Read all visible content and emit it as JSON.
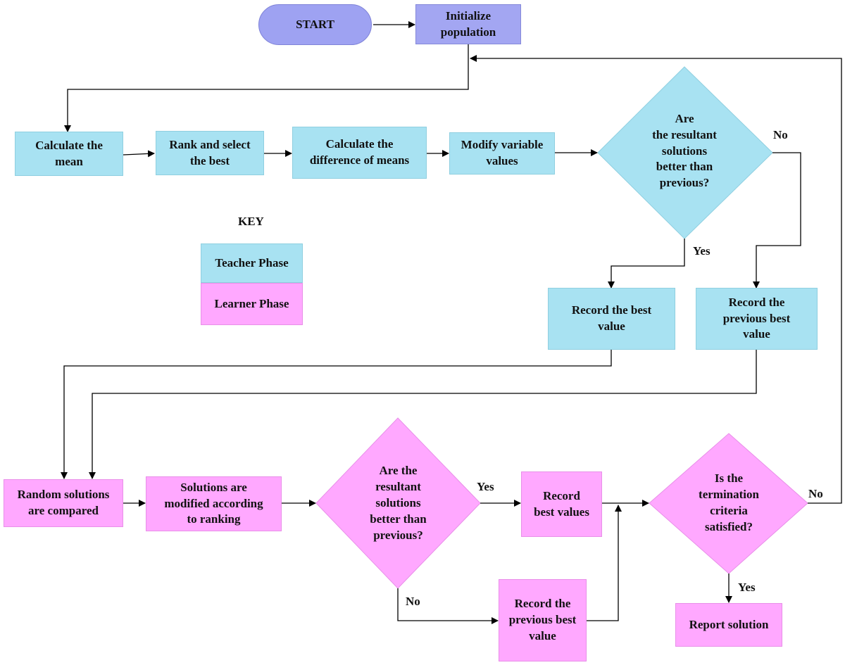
{
  "start": "START",
  "init": "Initialize\npopulation",
  "teacher": {
    "calc_mean": "Calculate the\nmean",
    "rank_select": "Rank and select\nthe best",
    "diff_means": "Calculate the\ndifference of means",
    "modify": "Modify variable\nvalues",
    "decision": "Are\nthe resultant\nsolutions\nbetter than\nprevious?",
    "yes": "Yes",
    "no": "No",
    "record_best": "Record the best\nvalue",
    "record_prev": "Record the\nprevious best\nvalue"
  },
  "key": {
    "title": "KEY",
    "teacher_label": "Teacher Phase",
    "learner_label": "Learner Phase"
  },
  "learner": {
    "random_compare": "Random solutions\nare compared",
    "modified_ranking": "Solutions are\nmodified according\nto ranking",
    "decision": "Are the\nresultant\nsolutions\nbetter than\nprevious?",
    "yes": "Yes",
    "no": "No",
    "record_best": "Record\nbest values",
    "record_prev": "Record the\nprevious best\nvalue"
  },
  "termination": {
    "decision": "Is the\ntermination\ncriteria\nsatisfied?",
    "yes": "Yes",
    "no": "No",
    "report": "Report solution"
  },
  "colors": {
    "teacher": "#a8e2f2",
    "learner": "#ffa8ff",
    "start": "#9ea2f2"
  }
}
